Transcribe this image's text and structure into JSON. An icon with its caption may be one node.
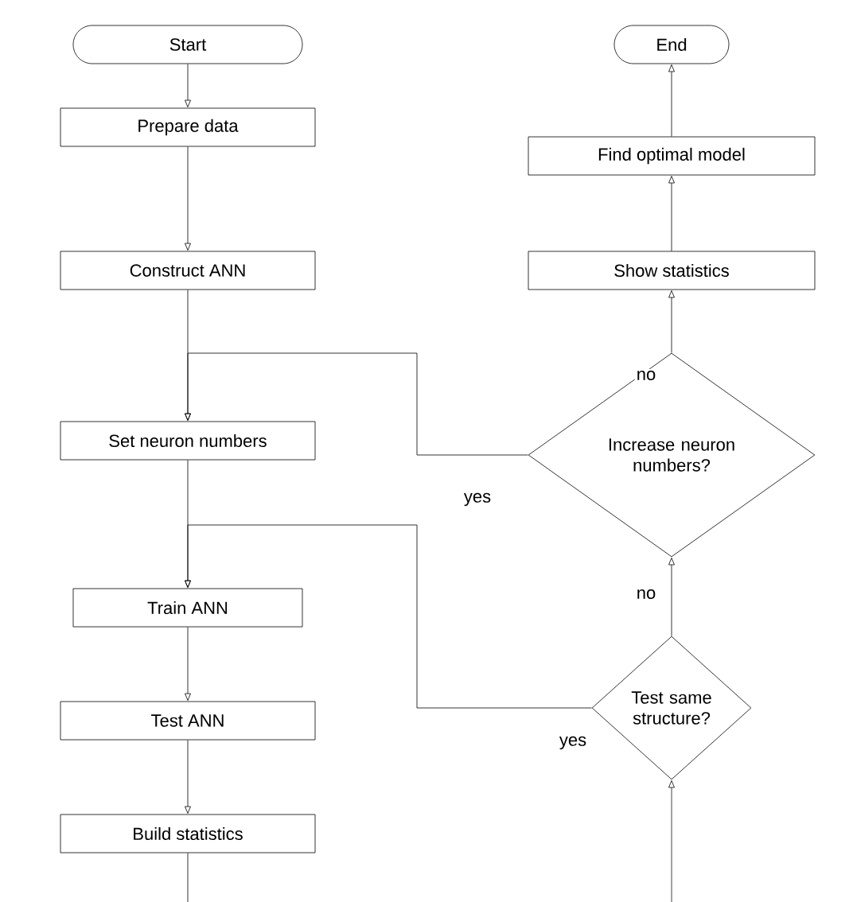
{
  "diagram": {
    "nodes": [
      {
        "text": [
          "Start"
        ]
      },
      {
        "text": [
          "Prepare data"
        ]
      },
      {
        "text": [
          "Construct ANN"
        ]
      },
      {
        "text": [
          "Set neuron numbers"
        ]
      },
      {
        "text": [
          "Train ANN"
        ]
      },
      {
        "text": [
          "Test ANN"
        ]
      },
      {
        "text": [
          "Build statistics"
        ]
      },
      {
        "text": [
          "Test same structure?"
        ]
      },
      {
        "text": [
          "Increase neuron numbers?"
        ]
      },
      {
        "text": [
          "Show statistics"
        ]
      },
      {
        "text": [
          "Find optimal model"
        ]
      },
      {
        "text": [
          "End"
        ]
      }
    ],
    "edges": [
      {
        "from": 0,
        "to": 1,
        "arrow": "to"
      },
      {
        "from": 1,
        "to": 2,
        "arrow": "to"
      },
      {
        "from": 2,
        "to": 3,
        "arrow": "to"
      },
      {
        "from": 8,
        "to": 3,
        "arrow": "to",
        "label": "yes"
      },
      {
        "from": 3,
        "to": 4,
        "arrow": "to"
      },
      {
        "from": 7,
        "to": 4,
        "arrow": "to",
        "label": "yes"
      },
      {
        "from": 4,
        "to": 5,
        "arrow": "to"
      },
      {
        "from": 5,
        "to": 6,
        "arrow": "to"
      },
      {
        "from": 6,
        "to": null,
        "arrow": "none"
      },
      {
        "from": null,
        "to": 7,
        "arrow": "to"
      },
      {
        "from": 7,
        "to": 8,
        "arrow": "to",
        "label": "no"
      },
      {
        "from": 8,
        "to": 9,
        "arrow": "to",
        "label": "no"
      },
      {
        "from": 9,
        "to": 10,
        "arrow": "to"
      },
      {
        "from": 10,
        "to": 11,
        "arrow": "to"
      }
    ]
  }
}
